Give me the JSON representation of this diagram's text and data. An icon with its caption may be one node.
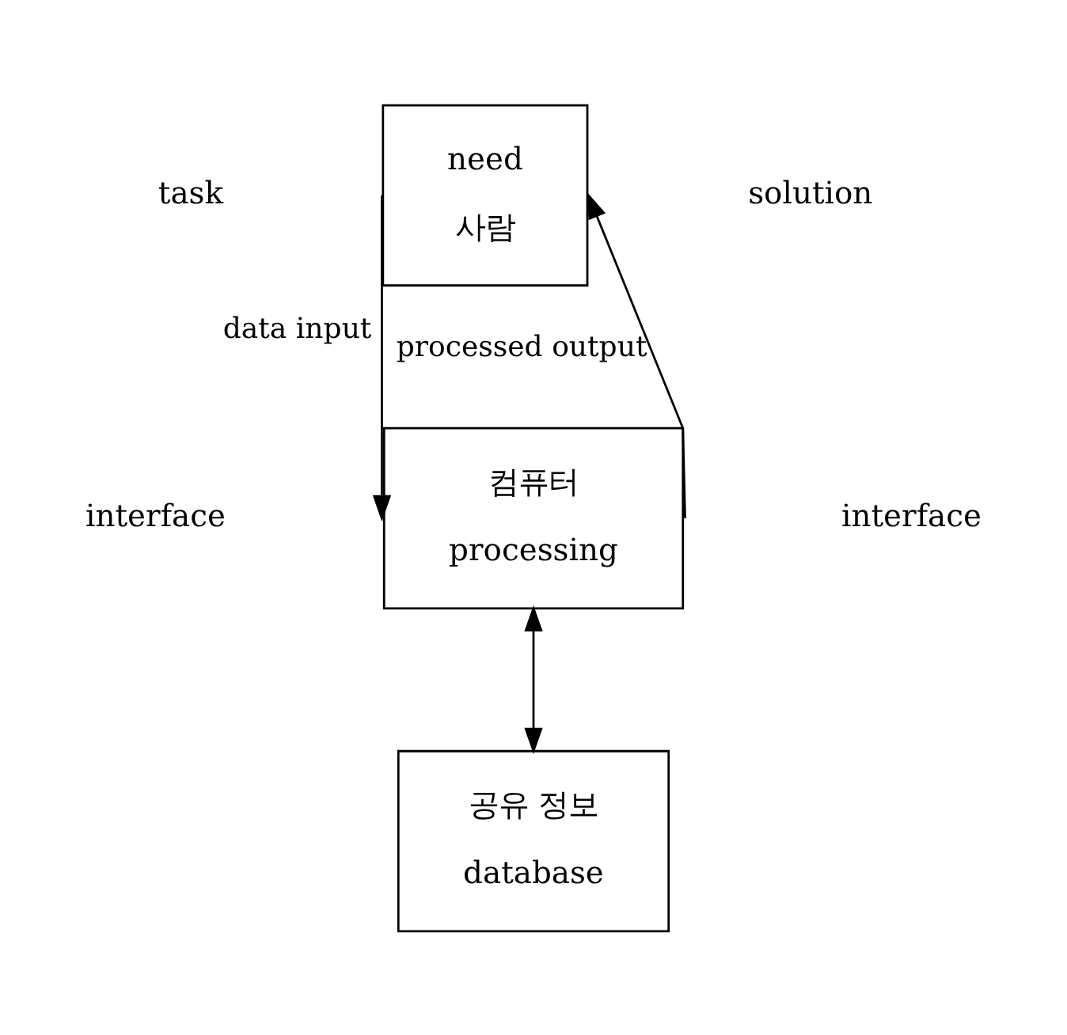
{
  "diagram": {
    "nodes": [
      {
        "text": [
          "need",
          "사람"
        ]
      },
      {
        "text": [
          "컴퓨터",
          "processing"
        ]
      },
      {
        "text": [
          "공유 정보",
          "database"
        ]
      }
    ],
    "edges": [
      {
        "from": 0,
        "to": 1,
        "arrow": "to",
        "label": "data input"
      },
      {
        "from": 1,
        "to": 0,
        "arrow": "to",
        "label": "processed output"
      },
      {
        "from": 1,
        "to": 2,
        "arrow": "both"
      }
    ],
    "labels": [
      "task",
      "solution",
      "interface",
      "interface"
    ]
  }
}
